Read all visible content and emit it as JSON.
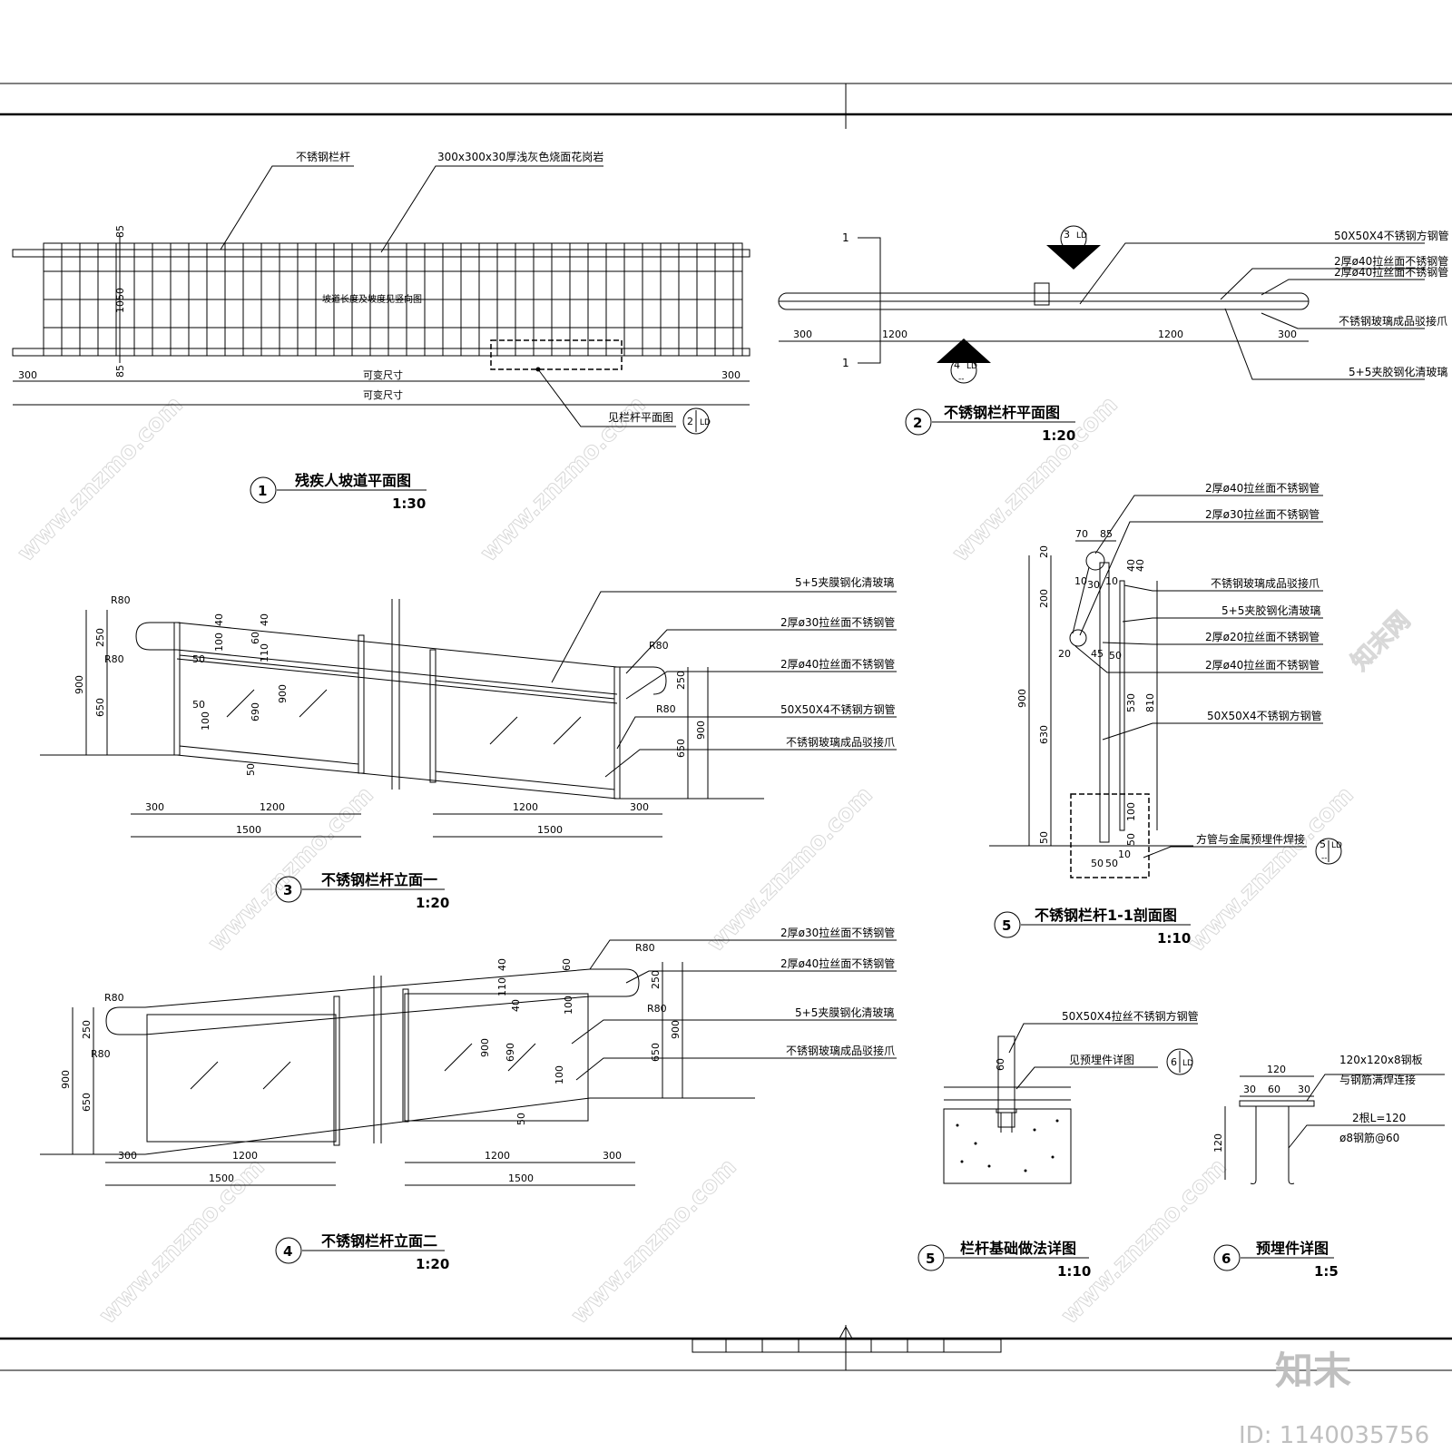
{
  "watermark": {
    "site": "www.znzmo.com",
    "brand_cn": "知末网",
    "logo": "知末",
    "id_label": "ID: 1140035756"
  },
  "drawing1": {
    "num": "1",
    "title": "残疾人坡道平面图",
    "scale": "1:30",
    "labels": {
      "railing": "不锈钢栏杆",
      "granite": "300x300x30厚浅灰色烧面花岗岩",
      "center_note": "坡道长度及坡度见竖向图",
      "ref_note": "见栏杆平面图",
      "ref_num": "2",
      "ref_sheet": "LD"
    },
    "dims": {
      "d85a": "85",
      "d1050": "1050",
      "d85b": "85",
      "d300a": "300",
      "var1": "可变尺寸",
      "d300b": "300",
      "var2": "可变尺寸"
    }
  },
  "drawing2": {
    "num": "2",
    "title": "不锈钢栏杆平面图",
    "scale": "1:20",
    "section_mark": "1",
    "callout_top": {
      "num": "3",
      "sheet": "LD",
      "dash": "--"
    },
    "callout_bot": {
      "num": "4",
      "sheet": "LD",
      "dash": "--"
    },
    "labels": [
      "50X50X4不锈钢方钢管",
      "2厚ø40拉丝面不锈钢管",
      "2厚ø40拉丝面不锈钢管",
      "不锈钢玻璃成品驳接爪",
      "5+5夹胶钢化清玻璃"
    ],
    "dims": [
      "300",
      "1200",
      "1200",
      "300"
    ]
  },
  "drawing3": {
    "num": "3",
    "title": "不锈钢栏杆立面一",
    "scale": "1:20",
    "labels": [
      "5+5夹膜钢化清玻璃",
      "2厚ø30拉丝面不锈钢管",
      "2厚ø40拉丝面不锈钢管",
      "50X50X4不锈钢方钢管",
      "不锈钢玻璃成品驳接爪"
    ],
    "dims": {
      "r1": "R80",
      "r2": "R80",
      "r3": "R80",
      "r4": "R80",
      "h250": "250",
      "h900": "900",
      "h650": "650",
      "a40": "40",
      "a100": "100",
      "a50": "50",
      "a40b": "40",
      "a60": "60",
      "a110": "110",
      "a690": "690",
      "a900": "900",
      "a50b": "50",
      "a100b": "100",
      "a50c": "50",
      "rh250": "250",
      "rh900": "900",
      "rh650": "650",
      "b300": "300",
      "b1200": "1200",
      "b1500": "1500",
      "c1200": "1200",
      "c300": "300",
      "c1500": "1500"
    }
  },
  "drawing4": {
    "num": "4",
    "title": "不锈钢栏杆立面二",
    "scale": "1:20",
    "labels": [
      "2厚ø30拉丝面不锈钢管",
      "2厚ø40拉丝面不锈钢管",
      "5+5夹膜钢化清玻璃",
      "不锈钢玻璃成品驳接爪"
    ],
    "dims": {
      "r1": "R80",
      "r2": "R80",
      "r3": "R80",
      "r4": "R80",
      "h250": "250",
      "h900": "900",
      "h650": "650",
      "a40": "40",
      "a110": "110",
      "a40b": "40",
      "a60": "60",
      "a100": "100",
      "a900": "900",
      "a690": "690",
      "a100b": "100",
      "a50": "50",
      "rh250": "250",
      "rh900": "900",
      "rh650": "650",
      "b300": "300",
      "b1200": "1200",
      "b1500": "1500",
      "c1200": "1200",
      "c300": "300",
      "c1500": "1500"
    }
  },
  "drawing5a": {
    "num": "5",
    "title": "不锈钢栏杆1-1剖面图",
    "scale": "1:10",
    "labels": [
      "2厚ø40拉丝面不锈钢管",
      "2厚ø30拉丝面不锈钢管",
      "不锈钢玻璃成品驳接爪",
      "5+5夹胶钢化清玻璃",
      "2厚ø20拉丝面不锈钢管",
      "2厚ø40拉丝面不锈钢管",
      "50X50X4不锈钢方钢管",
      "方管与金属预埋件焊接"
    ],
    "callout": {
      "num": "5",
      "sheet": "LD",
      "dash": "--"
    },
    "dims": {
      "d70": "70",
      "d85": "85",
      "d20": "20",
      "d200": "200",
      "d10a": "10",
      "d30": "30",
      "d10b": "10",
      "d40": "40",
      "d40b": "40",
      "d20b": "20",
      "d45": "45",
      "d50": "50",
      "d900": "900",
      "d630": "630",
      "d530": "530",
      "d810": "810",
      "d100": "100",
      "d50b": "50",
      "d50c": "50",
      "d50d": "50",
      "d10c": "10",
      "d50e": "50"
    }
  },
  "drawing5b": {
    "num": "5",
    "title": "栏杆基础做法详图",
    "scale": "1:10",
    "labels": [
      "50X50X4拉丝不锈钢方钢管",
      "见预埋件详图"
    ],
    "callout": {
      "num": "6",
      "sheet": "LD"
    },
    "dims": {
      "d60": "60"
    }
  },
  "drawing6": {
    "num": "6",
    "title": "预埋件详图",
    "scale": "1:5",
    "labels": [
      "120x120x8钢板",
      "与钢筋满焊连接",
      "2根L=120",
      "ø8钢筋@60"
    ],
    "dims": {
      "d120": "120",
      "d30a": "30",
      "d60": "60",
      "d30b": "30",
      "d120v": "120"
    }
  }
}
